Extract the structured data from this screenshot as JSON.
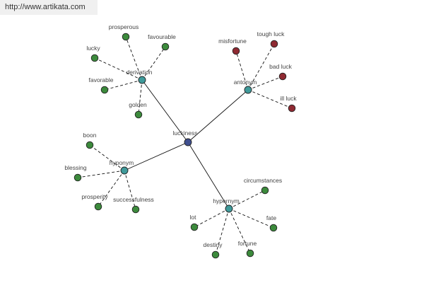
{
  "watermark": "http://www.artikata.com",
  "colors": {
    "center": "#3f4f8f",
    "relation": "#3f9a9a",
    "leaf": "#3c8a3c",
    "antonym_leaf": "#8f2a32"
  },
  "center": {
    "id": "luckiness",
    "label": "luckiness"
  },
  "relations": [
    {
      "id": "derivation",
      "label": "derivation",
      "leaves": [
        "prosperous",
        "favourable",
        "lucky",
        "favorable",
        "golden"
      ]
    },
    {
      "id": "antonym",
      "label": "antonym",
      "leaves": [
        "misfortune",
        "tough luck",
        "bad luck",
        "ill luck"
      ]
    },
    {
      "id": "hyponym",
      "label": "hyponym",
      "leaves": [
        "boon",
        "blessing",
        "prosperity",
        "successfulness"
      ]
    },
    {
      "id": "hypernym",
      "label": "hypernym",
      "leaves": [
        "circumstances",
        "lot",
        "fate",
        "destiny",
        "fortune"
      ]
    }
  ]
}
